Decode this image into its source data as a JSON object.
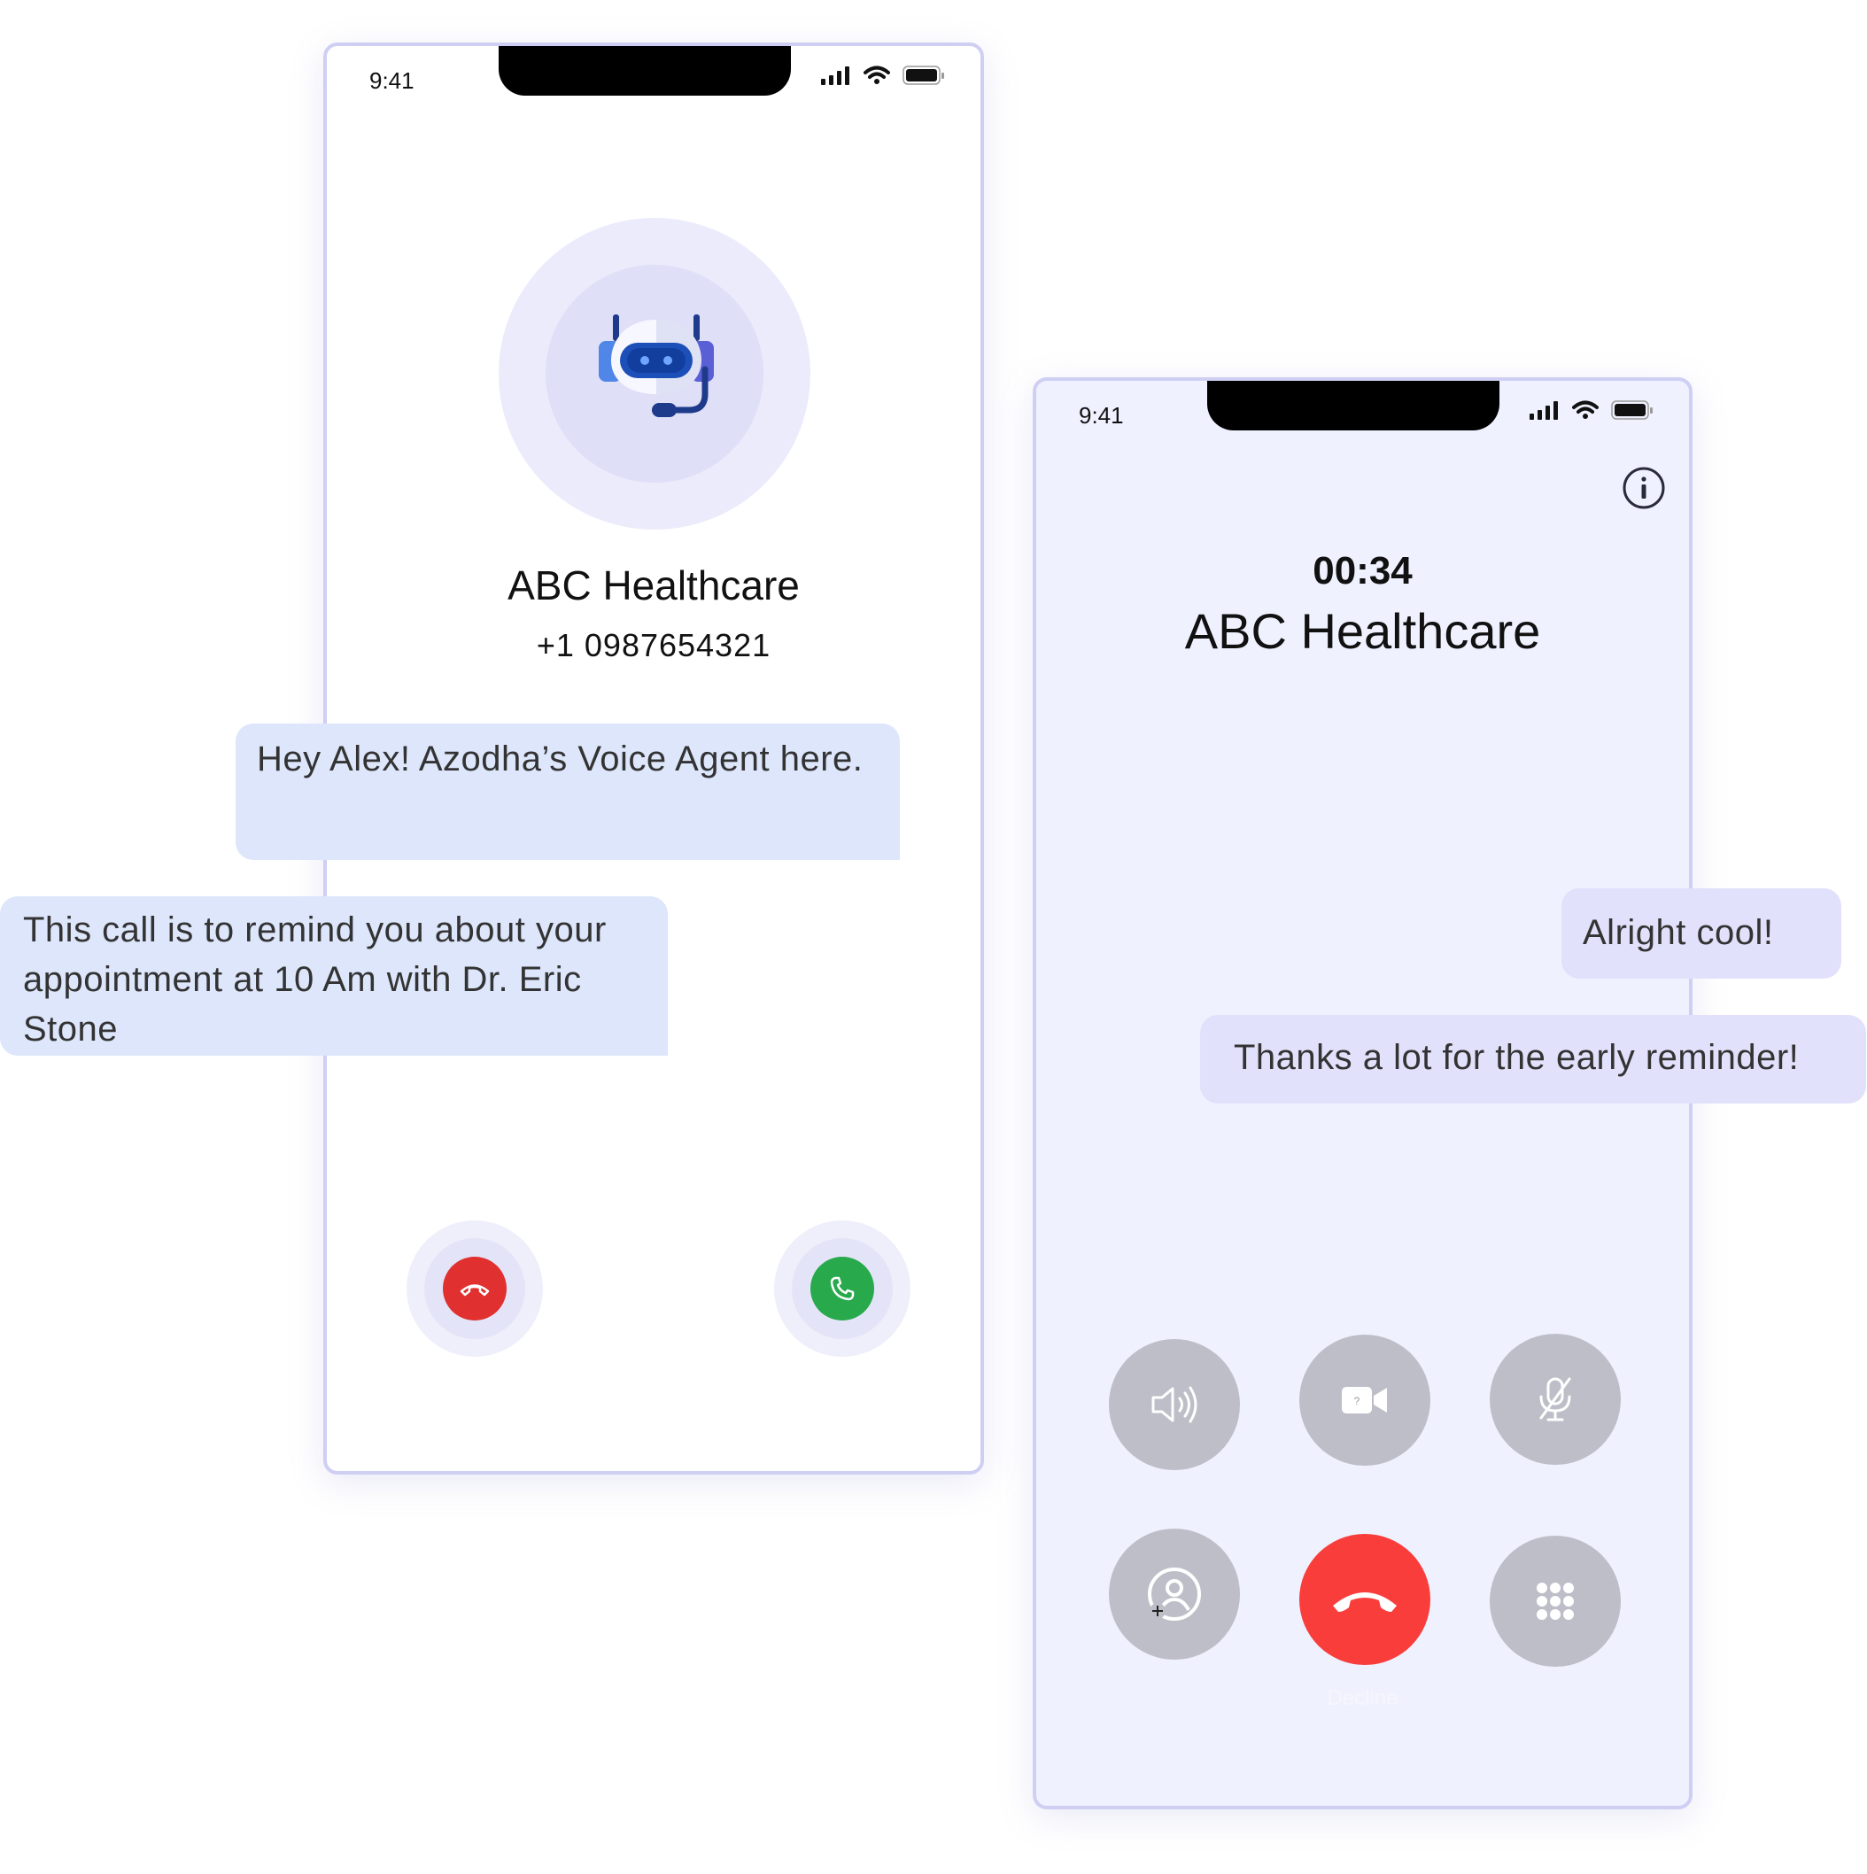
{
  "incoming_call_screen": {
    "status_time": "9:41",
    "caller_name": "ABC Healthcare",
    "caller_number": "+1 0987654321",
    "avatar_icon": "robot-headset-icon",
    "decline_icon": "phone-hangup-icon",
    "accept_icon": "phone-icon",
    "colors": {
      "decline": "#e0302f",
      "accept": "#27a94c",
      "border": "#cfcff4"
    }
  },
  "active_call_screen": {
    "status_time": "9:41",
    "timer": "00:34",
    "caller_name": "ABC Healthcare",
    "info_icon": "info-icon",
    "controls": [
      "speaker-icon",
      "video-icon",
      "mute-mic-icon",
      "add-contact-icon",
      "phone-hangup-icon",
      "keypad-icon"
    ],
    "decline_label": "Decline",
    "colors": {
      "end_call": "#f93d3b",
      "control_bg": "#bebec8",
      "screen_bg": "#eff2fe"
    }
  },
  "messages": [
    {
      "text": "Hey Alex! Azodha’s Voice Agent here.",
      "from": "agent"
    },
    {
      "text": "This call is to remind you about your appointment at 10 Am with Dr. Eric Stone",
      "from": "agent"
    },
    {
      "text": "Alright cool!",
      "from": "user"
    },
    {
      "text": "Thanks a lot for the early reminder!",
      "from": "user"
    }
  ]
}
